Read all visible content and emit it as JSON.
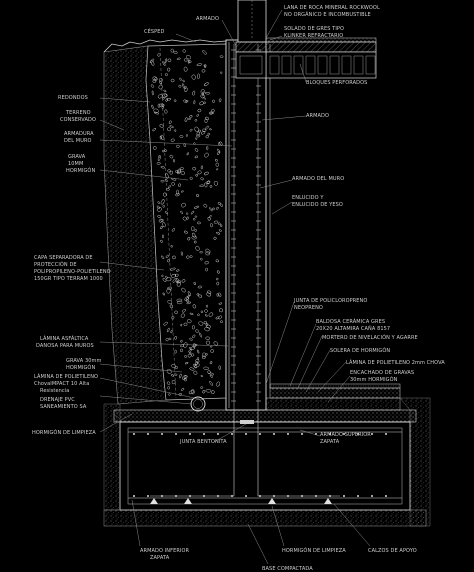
{
  "labels": {
    "cesped": "CÉSPED",
    "armado_top": "ARMADO",
    "lana_1": "LANA DE ROCA MINERAL ROCKWOOL",
    "lana_2": "NO ORGÁNICO E INCOMBUSTIBLE",
    "solado_1": "SOLADO DE GRES TIPO",
    "solado_2": "KLINKER REFRACTARIO",
    "bloques": "BLOQUES PERFORADOS",
    "armado_r": "ARMADO",
    "redondos": "REDONDOS",
    "terreno_1": "TERRENO",
    "terreno_2": "CONSERVADO",
    "armadura_1": "ARMADURA",
    "armadura_2": "DEL MURO",
    "grava_1": "GRAVA",
    "grava_2": "10MM",
    "grava_3": "HORMIGÓN",
    "armado_muro": "ARMADO DEL MURO",
    "enlucido_1": "ENLUCIDO Y",
    "enlucido_2": "ENLUCIDO DE YESO",
    "capa_1": "CAPA SEPARADORA DE",
    "capa_2": "PROTECCIÓN DE",
    "capa_3": "POLIPROPILENO-POLIETILENO",
    "capa_4": "150GR TIPO TERRAM 1000",
    "junta_1": "JUNTA DE POLICLOROPRENO",
    "junta_2": "NEOPRENO",
    "baldosa_1": "BALDOSA CERÁMICA GRES",
    "baldosa_2": "20X20 ALTAMIRA CAÑA 8157",
    "mortero": "MORTERO DE NIVELACIÓN Y AGARRE",
    "lamina_l_1": "LÁMINA ASFÁLTICA",
    "lamina_l_2": "DANOSA PARA MUROS",
    "solera": "SOLERA DE HORMIGÓN",
    "lamina_poli": "LÁMINA DE POLIETILENO 2mm CHOVA",
    "grava30_1": "GRAVA 30mm",
    "grava30_2": "HORMIGÓN",
    "encachado_1": "ENCACHADO DE GRAVAS",
    "encachado_2": "30mm HORMIGÓN",
    "lamina_pe_1": "LÁMINA DE POLIETILENO",
    "lamina_pe_2": "ChovaIMPACT 10 Alta",
    "lamina_pe_3": "Resistencia",
    "drenaje_1": "DRENAJE PVC",
    "drenaje_2": "SANEAMIENTO SA",
    "horm_limpieza_l": "HORMIGÓN DE LIMPIEZA",
    "armado_sup_1": "ARMADO SUPERIOR",
    "armado_sup_2": "ZAPATA",
    "junta_bentonita": "JUNTA BENTONITA",
    "armado_inf_1": "ARMADO INFERIOR",
    "armado_inf_2": "ZAPATA",
    "horm_limpieza_b": "HORMIGÓN DE LIMPIEZA",
    "calzos": "CALZOS DE APOYO",
    "base": "BASE COMPACTADA"
  },
  "colors": {
    "background": "#000000",
    "line": "#d8d8d8",
    "leader": "#9a9a9a",
    "label": "#cfcfcf"
  }
}
